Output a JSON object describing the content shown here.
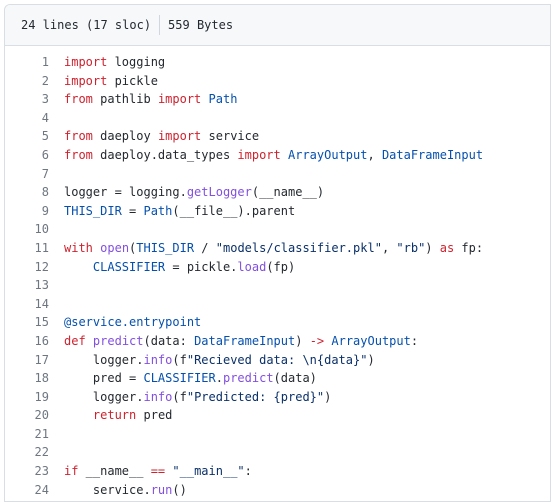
{
  "header": {
    "lines_info": "24 lines (17 sloc)",
    "size": "559 Bytes"
  },
  "code": {
    "lines": [
      {
        "n": "1",
        "tokens": [
          [
            "k",
            "import"
          ],
          [
            "t",
            " logging"
          ]
        ]
      },
      {
        "n": "2",
        "tokens": [
          [
            "k",
            "import"
          ],
          [
            "t",
            " pickle"
          ]
        ]
      },
      {
        "n": "3",
        "tokens": [
          [
            "k",
            "from"
          ],
          [
            "t",
            " pathlib "
          ],
          [
            "k",
            "import"
          ],
          [
            "t",
            " "
          ],
          [
            "c",
            "Path"
          ]
        ]
      },
      {
        "n": "4",
        "tokens": []
      },
      {
        "n": "5",
        "tokens": [
          [
            "k",
            "from"
          ],
          [
            "t",
            " daeploy "
          ],
          [
            "k",
            "import"
          ],
          [
            "t",
            " service"
          ]
        ]
      },
      {
        "n": "6",
        "tokens": [
          [
            "k",
            "from"
          ],
          [
            "t",
            " daeploy.data_types "
          ],
          [
            "k",
            "import"
          ],
          [
            "t",
            " "
          ],
          [
            "c",
            "ArrayOutput"
          ],
          [
            "t",
            ", "
          ],
          [
            "c",
            "DataFrameInput"
          ]
        ]
      },
      {
        "n": "7",
        "tokens": []
      },
      {
        "n": "8",
        "tokens": [
          [
            "t",
            "logger = logging."
          ],
          [
            "f",
            "getLogger"
          ],
          [
            "t",
            "(__name__)"
          ]
        ]
      },
      {
        "n": "9",
        "tokens": [
          [
            "c",
            "THIS_DIR"
          ],
          [
            "t",
            " = "
          ],
          [
            "c",
            "Path"
          ],
          [
            "t",
            "(__file__).parent"
          ]
        ]
      },
      {
        "n": "10",
        "tokens": []
      },
      {
        "n": "11",
        "tokens": [
          [
            "k",
            "with"
          ],
          [
            "t",
            " "
          ],
          [
            "f",
            "open"
          ],
          [
            "t",
            "("
          ],
          [
            "c",
            "THIS_DIR"
          ],
          [
            "t",
            " / "
          ],
          [
            "s",
            "\"models/classifier.pkl\""
          ],
          [
            "t",
            ", "
          ],
          [
            "s",
            "\"rb\""
          ],
          [
            "t",
            ") "
          ],
          [
            "k",
            "as"
          ],
          [
            "t",
            " fp:"
          ]
        ]
      },
      {
        "n": "12",
        "tokens": [
          [
            "t",
            "    "
          ],
          [
            "c",
            "CLASSIFIER"
          ],
          [
            "t",
            " = pickle."
          ],
          [
            "f",
            "load"
          ],
          [
            "t",
            "(fp)"
          ]
        ]
      },
      {
        "n": "13",
        "tokens": []
      },
      {
        "n": "14",
        "tokens": []
      },
      {
        "n": "15",
        "tokens": [
          [
            "d",
            "@service.entrypoint"
          ]
        ]
      },
      {
        "n": "16",
        "tokens": [
          [
            "k",
            "def"
          ],
          [
            "t",
            " "
          ],
          [
            "f",
            "predict"
          ],
          [
            "t",
            "(data: "
          ],
          [
            "c",
            "DataFrameInput"
          ],
          [
            "t",
            ") "
          ],
          [
            "k",
            "->"
          ],
          [
            "t",
            " "
          ],
          [
            "c",
            "ArrayOutput"
          ],
          [
            "t",
            ":"
          ]
        ]
      },
      {
        "n": "17",
        "tokens": [
          [
            "t",
            "    logger."
          ],
          [
            "f",
            "info"
          ],
          [
            "t",
            "(f"
          ],
          [
            "s",
            "\"Recieved data: \\n{data}\""
          ],
          [
            "t",
            ")"
          ]
        ]
      },
      {
        "n": "18",
        "tokens": [
          [
            "t",
            "    pred = "
          ],
          [
            "c",
            "CLASSIFIER"
          ],
          [
            "t",
            "."
          ],
          [
            "f",
            "predict"
          ],
          [
            "t",
            "(data)"
          ]
        ]
      },
      {
        "n": "19",
        "tokens": [
          [
            "t",
            "    logger."
          ],
          [
            "f",
            "info"
          ],
          [
            "t",
            "(f"
          ],
          [
            "s",
            "\"Predicted: {pred}\""
          ],
          [
            "t",
            ")"
          ]
        ]
      },
      {
        "n": "20",
        "tokens": [
          [
            "t",
            "    "
          ],
          [
            "k",
            "return"
          ],
          [
            "t",
            " pred"
          ]
        ]
      },
      {
        "n": "21",
        "tokens": []
      },
      {
        "n": "22",
        "tokens": []
      },
      {
        "n": "23",
        "tokens": [
          [
            "k",
            "if"
          ],
          [
            "t",
            " __name__ "
          ],
          [
            "k",
            "=="
          ],
          [
            "t",
            " "
          ],
          [
            "s",
            "\"__main__\""
          ],
          [
            "t",
            ":"
          ]
        ]
      },
      {
        "n": "24",
        "tokens": [
          [
            "t",
            "    service."
          ],
          [
            "f",
            "run"
          ],
          [
            "t",
            "()"
          ]
        ]
      }
    ]
  }
}
